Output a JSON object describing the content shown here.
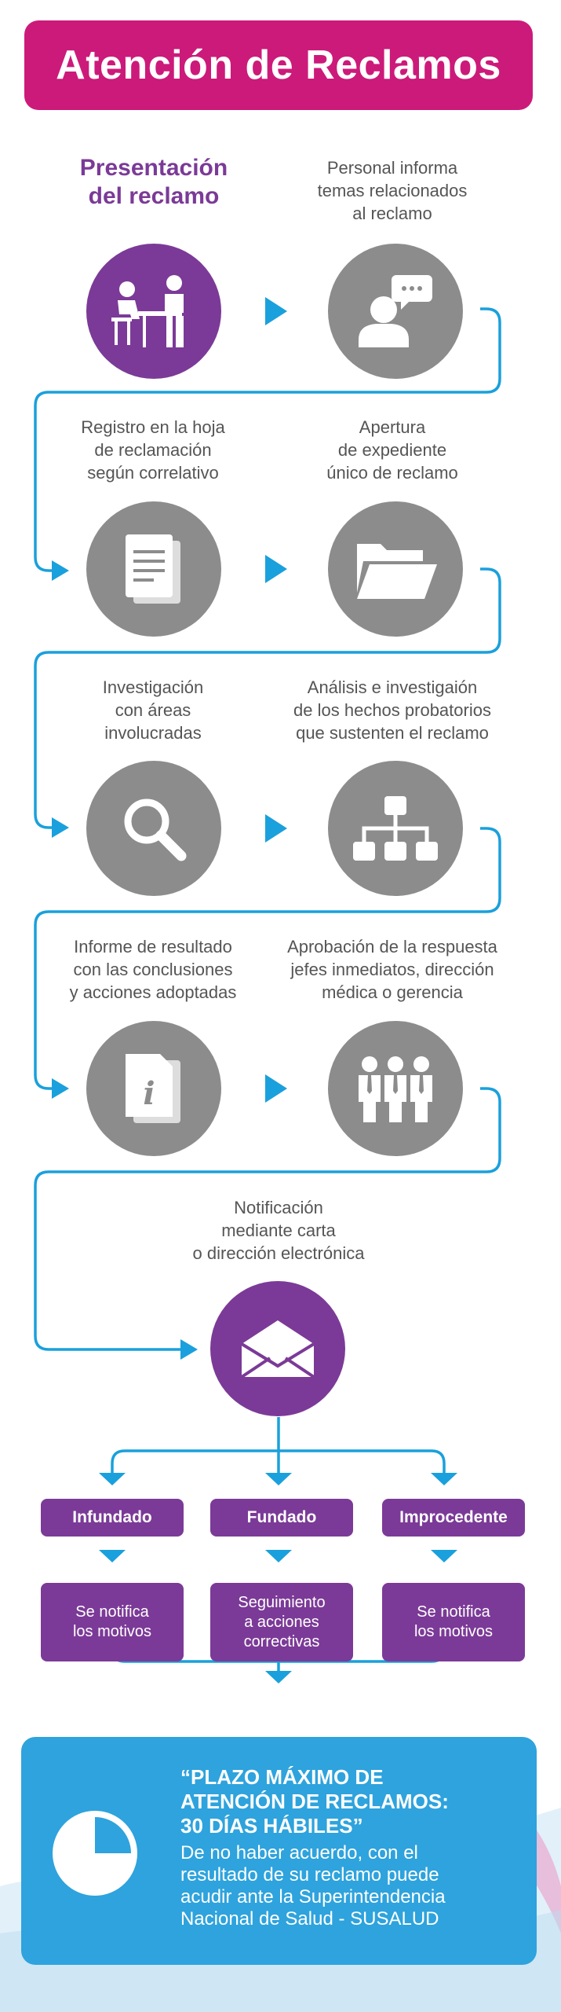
{
  "title": "Atención de Reclamos",
  "steps": [
    {
      "label": "Presentación\ndel reclamo",
      "icon": "meeting-people-icon"
    },
    {
      "label": "Personal informa\ntemas relacionados\nal reclamo",
      "icon": "speech-person-icon"
    },
    {
      "label": "Registro en la hoja\nde reclamación\nsegún correlativo",
      "icon": "document-icon"
    },
    {
      "label": "Apertura\nde expediente\núnico de reclamo",
      "icon": "folder-icon"
    },
    {
      "label": "Investigación\ncon áreas\ninvolucradas",
      "icon": "magnifier-icon"
    },
    {
      "label": "Análisis e investigaión\nde los hechos probatorios\nque sustenten el reclamo",
      "icon": "hierarchy-icon"
    },
    {
      "label": "Informe de resultado\ncon las conclusiones\ny acciones adoptadas",
      "icon": "info-document-icon"
    },
    {
      "label": "Aprobación de la respuesta\njefes inmediatos, dirección\nmédica o gerencia",
      "icon": "team-icon"
    },
    {
      "label": "Notificación\nmediante carta\no dirección electrónica",
      "icon": "envelope-icon"
    }
  ],
  "outcomes": [
    {
      "label": "Infundado",
      "result": "Se notifica\nlos motivos"
    },
    {
      "label": "Fundado",
      "result": "Seguimiento\na acciones\ncorrectivas"
    },
    {
      "label": "Improcedente",
      "result": "Se notifica\nlos motivos"
    }
  ],
  "notice": {
    "headline": "“PLAZO MÁXIMO DE\nATENCIÓN DE RECLAMOS:\n30 DÍAS HÁBILES”",
    "body": "De no haber acuerdo, con el\nresultado de su reclamo puede\nacudir ante la Superintendencia\nNacional de Salud - SUSALUD"
  },
  "colors": {
    "magenta": "#cc1a7a",
    "purple": "#7b3a97",
    "gray": "#8c8c8c",
    "blue": "#1aa0dc",
    "panel": "#2ea3dd"
  }
}
